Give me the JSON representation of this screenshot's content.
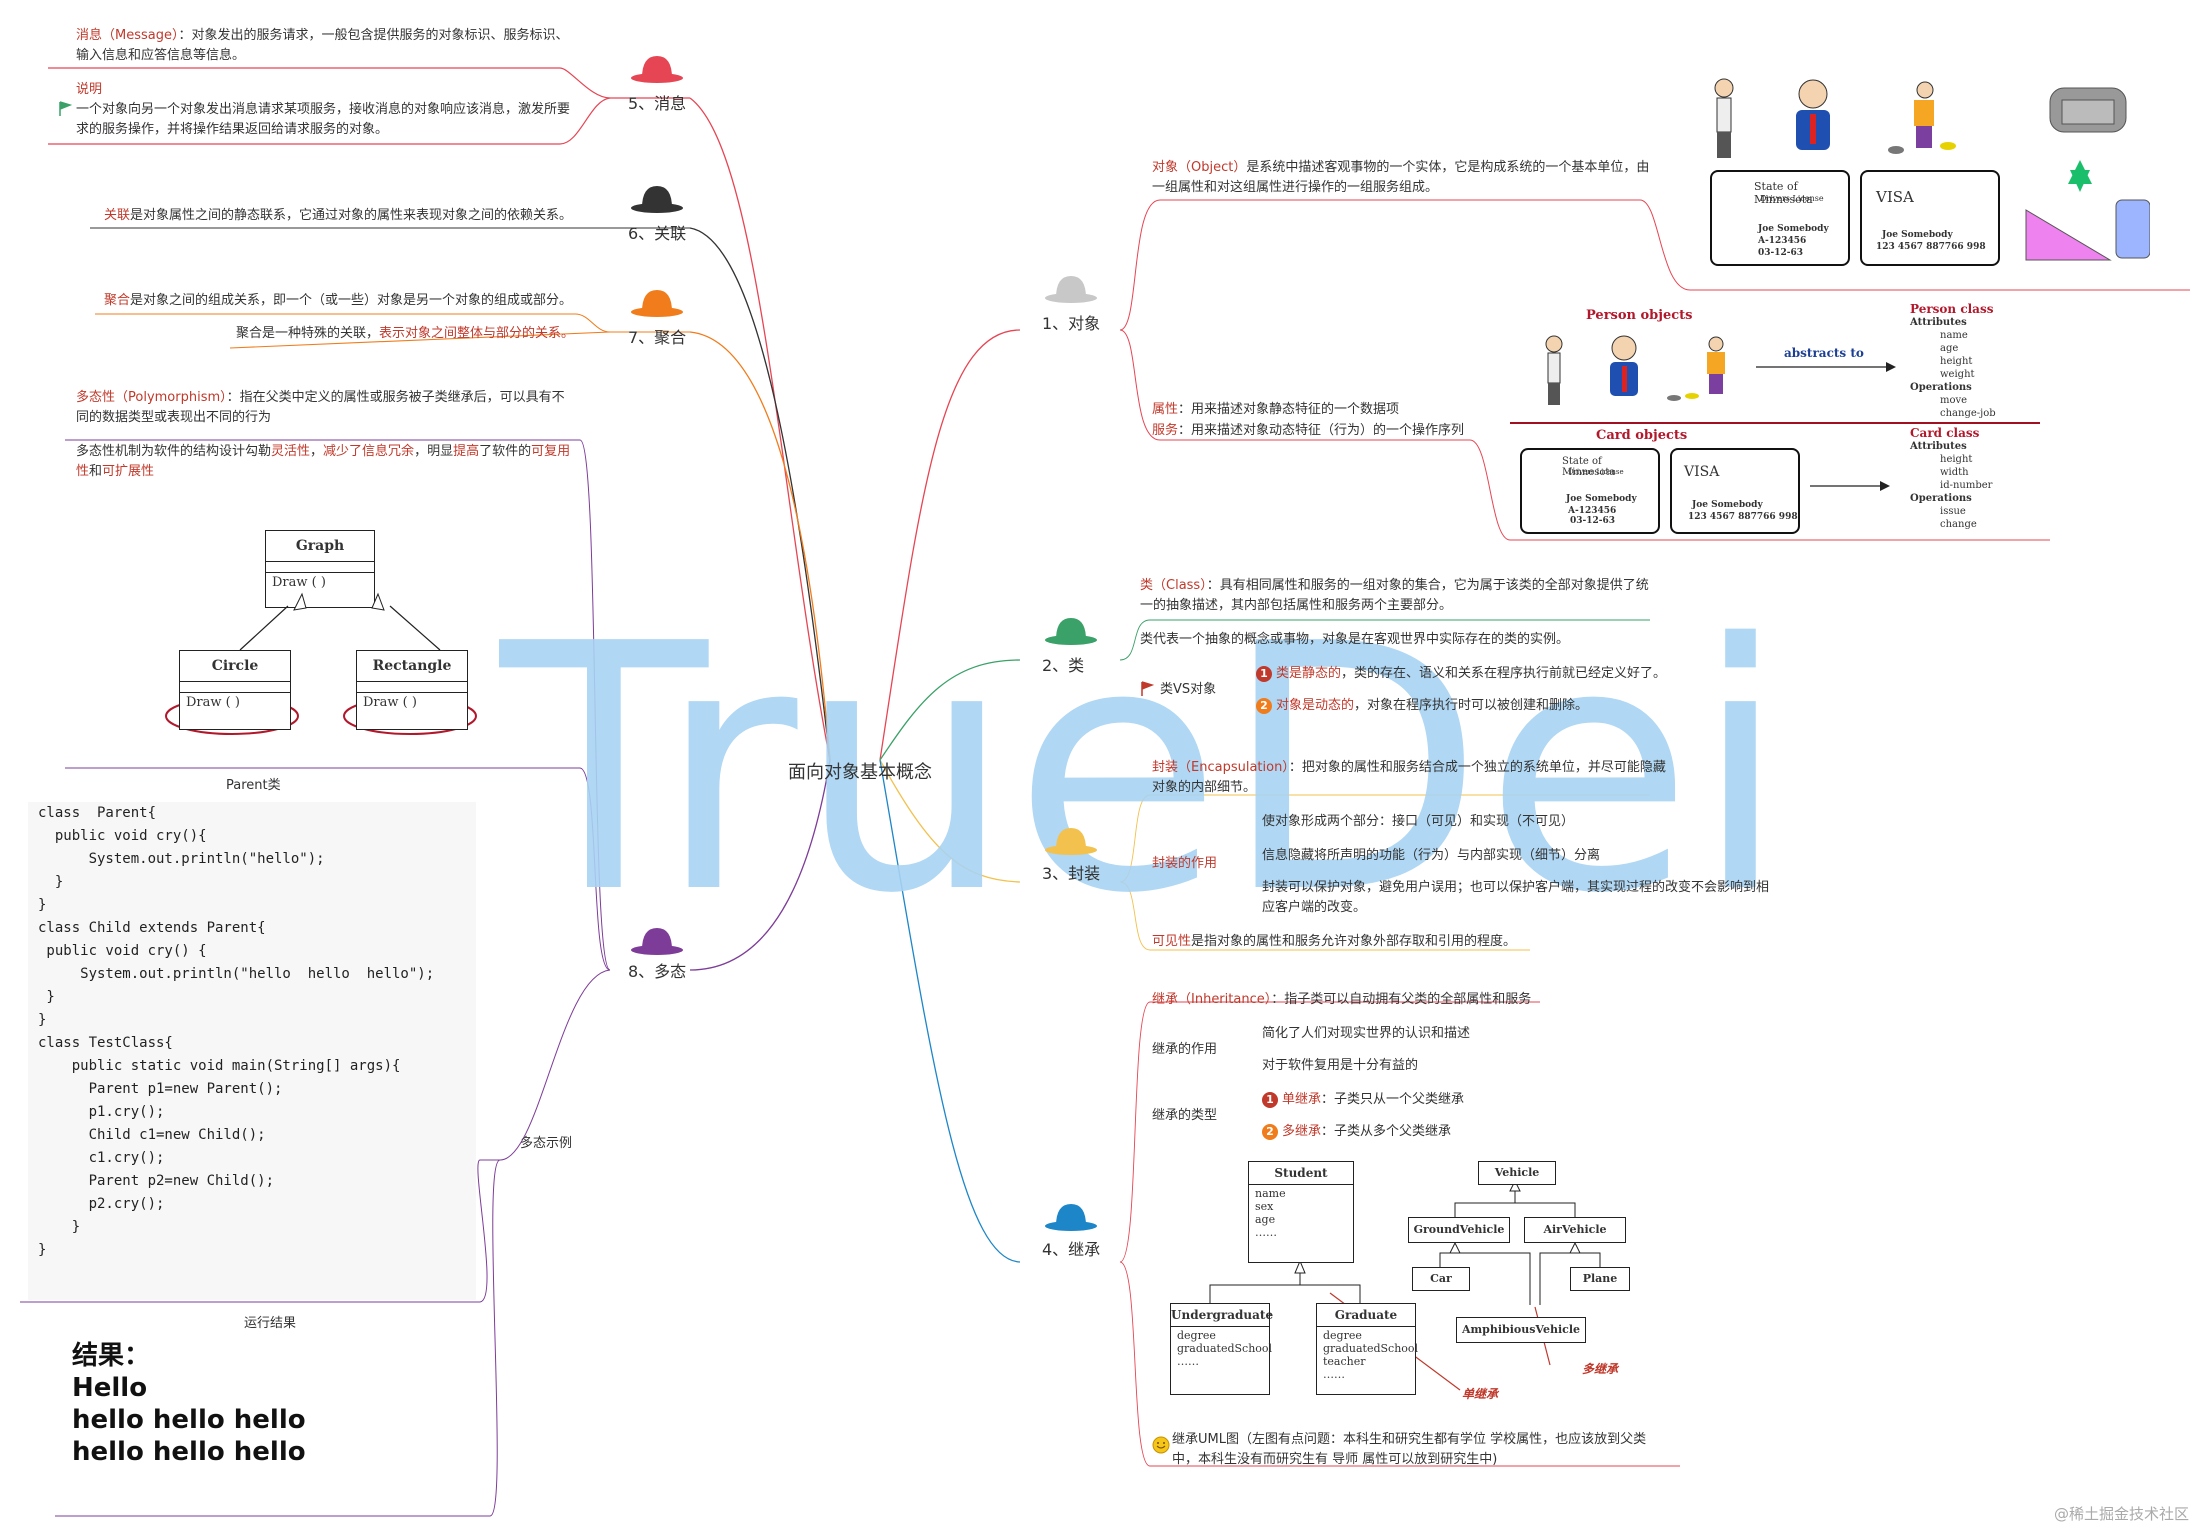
{
  "center": "面向对象基本概念",
  "watermark": "TrueDei",
  "footer": "@稀土掘金技术社区",
  "colors": {
    "red": "#e64553",
    "dark": "#333333",
    "orange": "#f07c1c",
    "green": "#3aa168",
    "yellow": "#f2c14e",
    "blue": "#1c86c8",
    "purple": "#7d3c98",
    "gray": "#c8c8c8"
  },
  "branches": {
    "b1": "1、对象",
    "b2": "2、类",
    "b3": "3、封装",
    "b4": "4、继承",
    "b5": "5、消息",
    "b6": "6、关联",
    "b7": "7、聚合",
    "b8": "8、多态"
  },
  "message": {
    "def_term": "消息（Message）",
    "def_rest": "：对象发出的服务请求，一般包含提供服务的对象标识、服务标识、输入信息和应答信息等信息。",
    "note_title": "说明",
    "note_body": "一个对象向另一个对象发出消息请求某项服务，接收消息的对象响应该消息，激发所要求的服务操作，并将操作结果返回给请求服务的对象。"
  },
  "association": {
    "term": "关联",
    "rest": "是对象属性之间的静态联系，它通过对象的属性来表现对象之间的依赖关系。"
  },
  "aggregation": {
    "term": "聚合",
    "rest": "是对象之间的组成关系，即一个（或一些）对象是另一个对象的组成或部分。",
    "line2_a": "聚合是一种特殊的关联，",
    "line2_b": "表示对象之间整体与部分的关系。"
  },
  "poly": {
    "def_term": "多态性（Polymorphism）",
    "def_rest": "：指在父类中定义的属性或服务被子类继承后，可以具有不同的数据类型或表现出不同的行为",
    "mech_a": "多态性机制为软件的结构设计勾勒",
    "mech_b": "灵活性",
    "mech_c": "，",
    "mech_d": "减少了信息冗余",
    "mech_e": "，明显",
    "mech_f": "提高",
    "mech_g": "了软件的",
    "mech_h": "可复用性",
    "mech_i": "和",
    "mech_j": "可扩展性",
    "uml_graph": "Graph",
    "uml_draw": "Draw ( )",
    "uml_circle": "Circle",
    "uml_rect": "Rectangle",
    "parent_label": "Parent类",
    "example_label": "多态示例",
    "run_label": "运行结果",
    "result": [
      "结果：",
      "Hello",
      "hello  hello  hello",
      "hello  hello  hello"
    ]
  },
  "code": [
    "class  Parent{",
    "  public void cry(){",
    "      System.out.println(\"hello\");",
    "  }",
    "}",
    "class Child extends Parent{",
    " public void cry() {",
    "     System.out.println(\"hello  hello  hello\");",
    " }",
    "}",
    "",
    "class TestClass{",
    "    public static void main(String[] args){",
    "      Parent p1=new Parent();",
    "      p1.cry();",
    "      Child c1=new Child();",
    "      c1.cry();",
    "      Parent p2=new Child();",
    "      p2.cry();",
    "    }",
    "}"
  ],
  "object": {
    "def_term": "对象（Object）",
    "def_rest": "是系统中描述客观事物的一个实体，它是构成系统的一个基本单位，由一组属性和对这组属性进行操作的一组服务组成。",
    "attr_term": "属性",
    "attr_rest": "：用来描述对象静态特征的一个数据项",
    "svc_term": "服务",
    "svc_rest": "：用来描述对象动态特征（行为）的一个操作序列",
    "card1": [
      "State of Minnesota",
      "Drivers License",
      "Joe Somebody",
      "A-123456",
      "03-12-63"
    ],
    "card2": [
      "VISA",
      "Joe Somebody",
      "123 4567 887766 998"
    ],
    "person_objects": "Person objects",
    "abstracts_to": "abstracts to",
    "person_class": "Person class",
    "card_objects": "Card objects",
    "card_class": "Card class",
    "person_attrs": [
      "Attributes",
      "name",
      "age",
      "height",
      "weight",
      "Operations",
      "move",
      "change-job"
    ],
    "card_attrs": [
      "Attributes",
      "height",
      "width",
      "id-number",
      "Operations",
      "issue",
      "change"
    ]
  },
  "klass": {
    "def_term": "类（Class）",
    "def_rest": "：具有相同属性和服务的一组对象的集合，它为属于该类的全部对象提供了统一的抽象描述，其内部包括属性和服务两个主要部分。",
    "rep": "类代表一个抽象的概念或事物，对象是在客观世界中实际存在的类的实例。",
    "vs": "类VS对象",
    "vs1_term": "类是静态的",
    "vs1_rest": "，类的存在、语义和关系在程序执行前就已经定义好了。",
    "vs2_term": "对象是动态的",
    "vs2_rest": "，对象在程序执行时可以被创建和删除。"
  },
  "encap": {
    "def_term": "封装（Encapsulation）",
    "def_rest": "：把对象的属性和服务结合成一个独立的系统单位，并尽可能隐藏对象的内部细节。",
    "role": "封装的作用",
    "r1": "使对象形成两个部分：接口（可见）和实现（不可见）",
    "r2": "信息隐藏将所声明的功能（行为）与内部实现（细节）分离",
    "r3": "封装可以保护对象，避免用户误用；也可以保护客户端，其实现过程的改变不会影响到相应客户端的改变。",
    "vis_term": "可见性",
    "vis_rest": "是指对象的属性和服务允许对象外部存取和引用的程度。"
  },
  "inherit": {
    "def_term": "继承（Inheritance）",
    "def_rest": "：指子类可以自动拥有父类的全部属性和服务",
    "role": "继承的作用",
    "role1": "简化了人们对现实世界的认识和描述",
    "role2": "对于软件复用是十分有益的",
    "types": "继承的类型",
    "t1_term": "单继承",
    "t1_rest": "：子类只从一个父类继承",
    "t2_term": "多继承",
    "t2_rest": "：子类从多个父类继承",
    "student": "Student",
    "student_attrs": [
      "name",
      "sex",
      "age",
      "……"
    ],
    "undergrad": "Undergraduate",
    "undergrad_attrs": [
      "degree",
      "graduatedSchool",
      "……"
    ],
    "graduate": "Graduate",
    "graduate_attrs": [
      "degree",
      "graduatedSchool",
      "teacher",
      "……"
    ],
    "vehicle": "Vehicle",
    "ground": "GroundVehicle",
    "air": "AirVehicle",
    "car": "Car",
    "plane": "Plane",
    "amph": "AmphibiousVehicle",
    "single_label": "单继承",
    "multi_label": "多继承",
    "note": "继承UML图（左图有点问题：本科生和研究生都有学位 学校属性，也应该放到父类中，本科生没有而研究生有 导师 属性可以放到研究生中)"
  }
}
